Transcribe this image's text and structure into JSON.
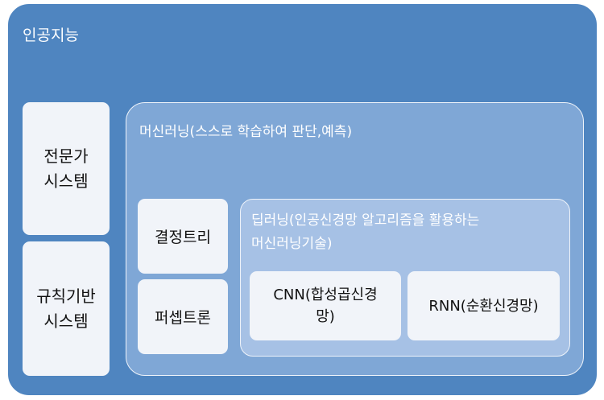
{
  "ai": {
    "title": "인공지능"
  },
  "expert_system": {
    "line1": "전문가",
    "line2": "시스템"
  },
  "rule_system": {
    "line1": "규칙기반",
    "line2": "시스템"
  },
  "machine_learning": {
    "title": "머신러닝(스스로 학습하여 판단,예측)"
  },
  "decision_tree": {
    "label": "결정트리"
  },
  "perceptron": {
    "label": "퍼셉트론"
  },
  "deep_learning": {
    "line1": "딥러닝(인공신경망 알고리즘을 활용하는",
    "line2": "머신러닝기술)"
  },
  "cnn": {
    "line1": "CNN(합성곱신경",
    "line2": "망)"
  },
  "rnn": {
    "label": "RNN(순환신경망)"
  },
  "colors": {
    "outer": "#4f85c0",
    "machine_learning": "#7fa7d6",
    "deep_learning": "#a6c1e5",
    "card": "#f1f4f9"
  }
}
